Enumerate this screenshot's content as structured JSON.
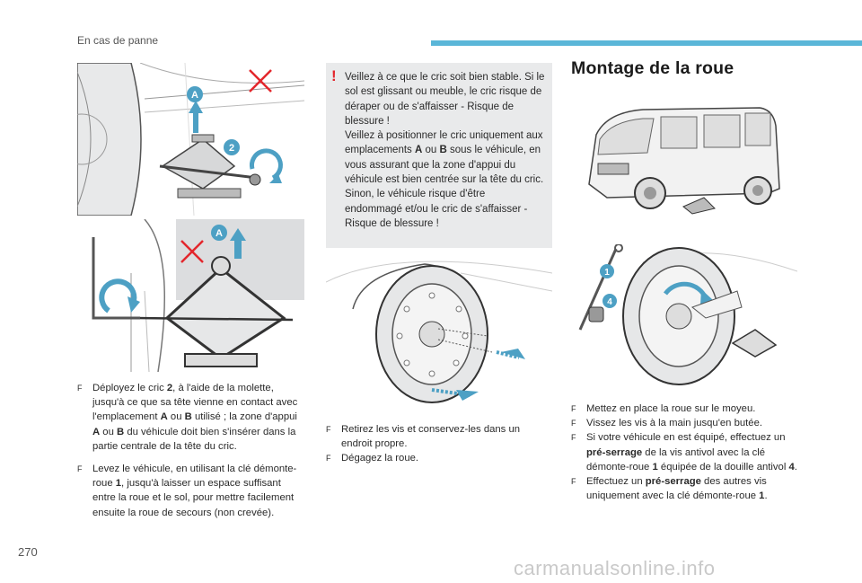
{
  "header": {
    "section": "En cas de panne",
    "accent_color": "#5ab6d8"
  },
  "page_number": "270",
  "watermark": "carmanualsonline.info",
  "figures": {
    "jack_top_labels": [
      "A",
      "2"
    ],
    "jack_bottom_labels": [
      "A"
    ],
    "wheel_right_labels": [
      "1",
      "4"
    ]
  },
  "warning": {
    "mark": "!",
    "color": "#e3262c",
    "paragraph1": "Veillez à ce que le cric soit bien stable. Si le sol est glissant ou meuble, le cric risque de déraper ou de s'affaisser - Risque de blessure !",
    "p2_a": "Veillez à positionner le cric uniquement aux emplacements ",
    "p2_A": "A",
    "p2_ou": " ou ",
    "p2_B": "B",
    "p2_b": " sous le véhicule, en vous assurant que la zone d'appui du véhicule est bien centrée sur la tête du cric. Sinon, le véhicule risque d'être endommagé et/ou le cric de s'affaisser - Risque de blessure !"
  },
  "section_title": "Montage de la roue",
  "bullet_glyph": "F",
  "col1": {
    "item1": {
      "t1": "Déployez le cric ",
      "b1": "2",
      "t2": ", à l'aide de la molette, jusqu'à ce que sa tête vienne en contact avec l'emplacement ",
      "b2": "A",
      "t3": " ou ",
      "b3": "B",
      "t4": " utilisé ; la zone d'appui ",
      "b4": "A",
      "t5": " ou ",
      "b5": "B",
      "t6": " du véhicule doit bien s'insérer dans la partie centrale de la tête du cric."
    },
    "item2": {
      "t1": "Levez le véhicule, en utilisant la clé démonte-roue ",
      "b1": "1",
      "t2": ", jusqu'à laisser un espace suffisant entre la roue et le sol, pour mettre facilement ensuite la roue de secours (non crevée)."
    }
  },
  "col2": {
    "item1": "Retirez les vis et conservez-les dans un endroit propre.",
    "item2": "Dégagez la roue."
  },
  "col3": {
    "item1": "Mettez en place la roue sur le moyeu.",
    "item2": "Vissez les vis à la main jusqu'en butée.",
    "item3": {
      "t1": "Si votre véhicule en est équipé, effectuez un ",
      "b1": "pré-serrage",
      "t2": " de la vis antivol avec la clé démonte-roue ",
      "b2": "1",
      "t3": " équipée de la douille antivol ",
      "b3": "4",
      "t4": "."
    },
    "item4": {
      "t1": "Effectuez un ",
      "b1": "pré-serrage",
      "t2": " des autres vis uniquement avec la clé démonte-roue ",
      "b2": "1",
      "t3": "."
    }
  }
}
